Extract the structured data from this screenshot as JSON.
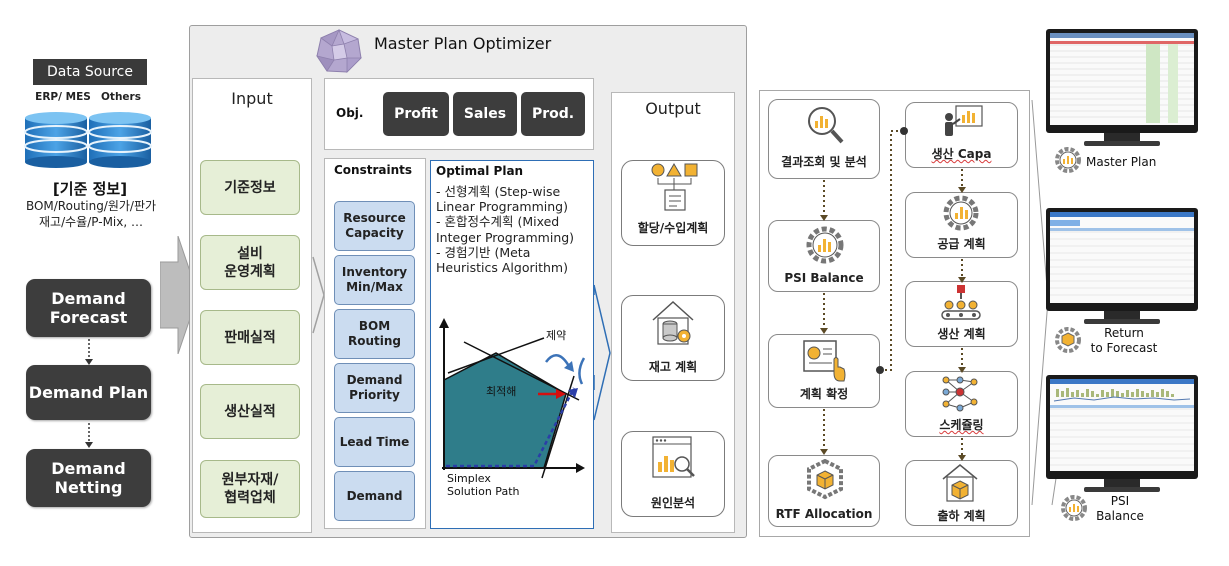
{
  "data_source": {
    "title": "Data Source",
    "sources": [
      "ERP/ MES",
      "Others"
    ]
  },
  "base_info": {
    "title": "[기준 정보]",
    "lines": [
      "BOM/Routing/원가/판가",
      "재고/수율/P-Mix, …"
    ]
  },
  "demand_flow": [
    {
      "lines": [
        "Demand",
        "Forecast"
      ]
    },
    {
      "lines": [
        "Demand Plan"
      ]
    },
    {
      "lines": [
        "Demand",
        "Netting"
      ]
    }
  ],
  "optimizer": {
    "title": "Master Plan Optimizer",
    "input": {
      "title": "Input",
      "items": [
        {
          "lines": [
            "기준정보"
          ]
        },
        {
          "lines": [
            "설비",
            "운영계획"
          ]
        },
        {
          "lines": [
            "판매실적"
          ]
        },
        {
          "lines": [
            "생산실적"
          ]
        },
        {
          "lines": [
            "원부자재/",
            "협력업체"
          ]
        }
      ]
    },
    "objective": {
      "label": "Obj.",
      "buttons": [
        "Profit",
        "Sales",
        "Prod."
      ]
    },
    "constraints": {
      "title": "Constraints",
      "items": [
        {
          "lines": [
            "Resource",
            "Capacity"
          ]
        },
        {
          "lines": [
            "Inventory",
            "Min/Max"
          ]
        },
        {
          "lines": [
            "BOM",
            "Routing"
          ]
        },
        {
          "lines": [
            "Demand",
            "Priority"
          ]
        },
        {
          "lines": [
            "Lead Time"
          ]
        },
        {
          "lines": [
            "Demand"
          ]
        }
      ]
    },
    "optimal_plan": {
      "title": "Optimal Plan",
      "lines": [
        "- 선형계획 (Step-wise",
        "Linear Programming)",
        "- 혼합정수계획 (Mixed",
        "Integer Programming)",
        "- 경험기반 (Meta",
        "Heuristics Algorithm)"
      ],
      "chart_labels": {
        "constraint": "제약",
        "optimum": "최적해",
        "path": [
          "Simplex",
          "Solution Path"
        ]
      }
    },
    "output": {
      "title": "Output",
      "items": [
        {
          "label": "할당/수입계획",
          "icon": "shapes-doc-icon"
        },
        {
          "label": "재고 계획",
          "icon": "warehouse-icon"
        },
        {
          "label": "원인분석",
          "icon": "analysis-icon"
        }
      ]
    }
  },
  "flow": {
    "left": [
      {
        "label": "결과조회 및 분석",
        "icon": "search-chart-icon"
      },
      {
        "label": "PSI Balance",
        "icon": "gear-chart-icon"
      },
      {
        "label": "계획 확정",
        "icon": "document-hand-icon"
      },
      {
        "label": "RTF Allocation",
        "icon": "boxes-icon"
      }
    ],
    "right": [
      {
        "label": "생산 Capa",
        "icon": "presenter-icon"
      },
      {
        "label": "공급 계획",
        "icon": "gear-chart-icon"
      },
      {
        "label": "생산 계획",
        "icon": "assembly-icon"
      },
      {
        "label": "스케쥴링",
        "icon": "network-icon"
      },
      {
        "label": "출하 계획",
        "icon": "house-box-icon"
      }
    ]
  },
  "monitors": [
    {
      "lines": [
        "Master Plan"
      ]
    },
    {
      "lines": [
        "Return",
        "to Forecast"
      ]
    },
    {
      "lines": [
        "PSI",
        "Balance"
      ]
    }
  ],
  "colors": {
    "dark": "#3d3d3d",
    "input_green": "#e6efd7",
    "constraint_blue": "#cbdcf0",
    "chart_teal": "#2f7d8a"
  }
}
